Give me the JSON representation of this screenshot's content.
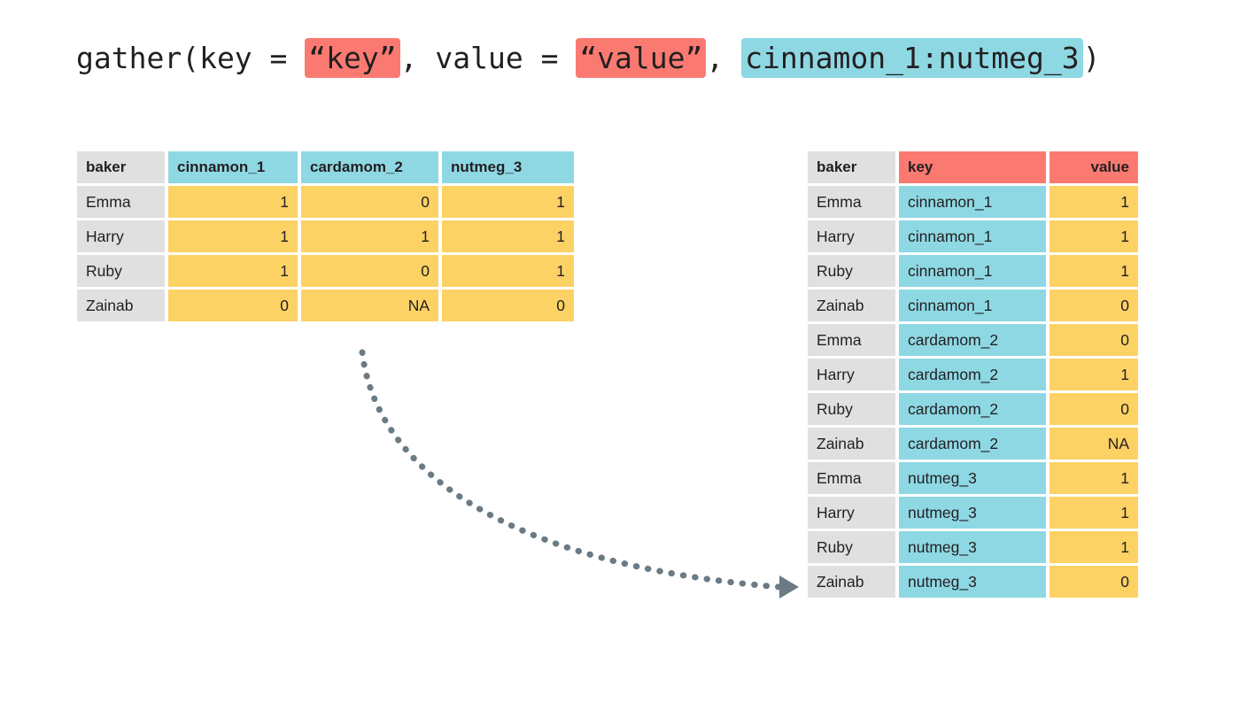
{
  "code": {
    "parts": [
      {
        "text": "gather(key = ",
        "style": "plain"
      },
      {
        "text": "“key”",
        "style": "red"
      },
      {
        "text": ", value = ",
        "style": "plain"
      },
      {
        "text": "“value”",
        "style": "red"
      },
      {
        "text": ", ",
        "style": "plain"
      },
      {
        "text": "cinnamon_1:nutmeg_3",
        "style": "cyan"
      },
      {
        "text": ")",
        "style": "plain"
      }
    ],
    "full_text": "gather(key = “key”, value = “value”, cinnamon_1:nutmeg_3)",
    "segment_key": "“key”",
    "segment_value": "“value”",
    "segment_columns": "cinnamon_1:nutmeg_3"
  },
  "colors": {
    "key_highlight": "#fa7a72",
    "column_highlight": "#8ed8e4",
    "value_cell": "#fcd265",
    "id_cell": "#e0e0e0",
    "arrow": "#6b7b85",
    "text": "#231f20",
    "background": "#ffffff"
  },
  "wide_table": {
    "name": "wide-table",
    "headers": [
      "baker",
      "cinnamon_1",
      "cardamom_2",
      "nutmeg_3"
    ],
    "header_colors": [
      "id",
      "column",
      "column",
      "column"
    ],
    "rows": [
      {
        "baker": "Emma",
        "cinnamon_1": "1",
        "cardamom_2": "0",
        "nutmeg_3": "1"
      },
      {
        "baker": "Harry",
        "cinnamon_1": "1",
        "cardamom_2": "1",
        "nutmeg_3": "1"
      },
      {
        "baker": "Ruby",
        "cinnamon_1": "1",
        "cardamom_2": "0",
        "nutmeg_3": "1"
      },
      {
        "baker": "Zainab",
        "cinnamon_1": "0",
        "cardamom_2": "NA",
        "nutmeg_3": "0"
      }
    ]
  },
  "long_table": {
    "name": "long-table",
    "headers": [
      "baker",
      "key",
      "value"
    ],
    "header_colors": [
      "id",
      "key",
      "key"
    ],
    "rows": [
      {
        "baker": "Emma",
        "key": "cinnamon_1",
        "value": "1"
      },
      {
        "baker": "Harry",
        "key": "cinnamon_1",
        "value": "1"
      },
      {
        "baker": "Ruby",
        "key": "cinnamon_1",
        "value": "1"
      },
      {
        "baker": "Zainab",
        "key": "cinnamon_1",
        "value": "0"
      },
      {
        "baker": "Emma",
        "key": "cardamom_2",
        "value": "0"
      },
      {
        "baker": "Harry",
        "key": "cardamom_2",
        "value": "1"
      },
      {
        "baker": "Ruby",
        "key": "cardamom_2",
        "value": "0"
      },
      {
        "baker": "Zainab",
        "key": "cardamom_2",
        "value": "NA"
      },
      {
        "baker": "Emma",
        "key": "nutmeg_3",
        "value": "1"
      },
      {
        "baker": "Harry",
        "key": "nutmeg_3",
        "value": "1"
      },
      {
        "baker": "Ruby",
        "key": "nutmeg_3",
        "value": "1"
      },
      {
        "baker": "Zainab",
        "key": "nutmeg_3",
        "value": "0"
      }
    ]
  },
  "arrow": {
    "name": "transform-arrow",
    "style": "dotted-curve-with-arrowhead"
  }
}
